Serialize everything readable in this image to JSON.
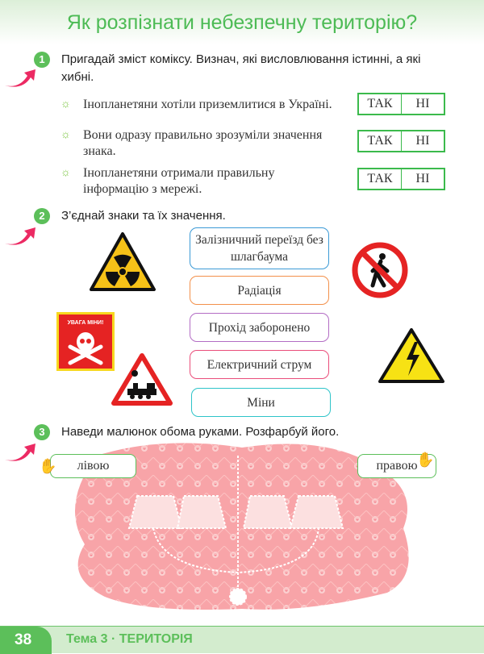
{
  "title": "Як розпізнати небезпечну територію?",
  "task1": {
    "number": "1",
    "text": "Пригадай зміст коміксу. Визнач, які висловлювання істинні, а які хибні.",
    "statements": [
      {
        "text": "Інопланетяни хотіли приземлитися в Україні.",
        "yes": "ТАК",
        "no": "НІ"
      },
      {
        "text": "Вони одразу правильно зрозуміли значення знака.",
        "yes": "ТАК",
        "no": "НІ"
      },
      {
        "text": "Інопланетяни отримали правильну інформацію з мережі.",
        "yes": "ТАК",
        "no": "НІ"
      }
    ]
  },
  "task2": {
    "number": "2",
    "text": "З’єднай знаки та їх значення.",
    "meanings": [
      "Залізничний переїзд без шлагбаума",
      "Радіація",
      "Прохід заборонено",
      "Електричний струм",
      "Міни"
    ],
    "mine_sign_text": "УВАГА МІНИ!"
  },
  "task3": {
    "number": "3",
    "text": "Наведи малюнок обома руками. Розфарбуй його.",
    "left": "лівою",
    "right": "правою"
  },
  "footer": {
    "page": "38",
    "theme": "Тема 3 · ТЕРИТОРІЯ"
  },
  "colors": {
    "accent": "#5cbf5a",
    "arrow": "#ec2a63"
  }
}
